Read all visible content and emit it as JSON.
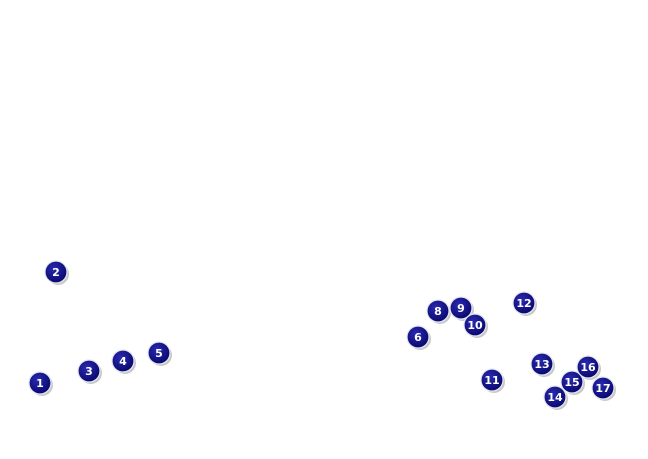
{
  "colors": {
    "marker_fill": "#0a0a80",
    "marker_stroke": "#e6e6f0",
    "marker_shadow": "#9a9a9a",
    "label": "#ffffff",
    "background": "#ffffff"
  },
  "markers": [
    {
      "label": "1"
    },
    {
      "label": "2"
    },
    {
      "label": "3"
    },
    {
      "label": "4"
    },
    {
      "label": "5"
    },
    {
      "label": "6"
    },
    {
      "label": "8"
    },
    {
      "label": "9"
    },
    {
      "label": "10"
    },
    {
      "label": "11"
    },
    {
      "label": "12"
    },
    {
      "label": "13"
    },
    {
      "label": "14"
    },
    {
      "label": "15"
    },
    {
      "label": "16"
    },
    {
      "label": "17"
    }
  ]
}
